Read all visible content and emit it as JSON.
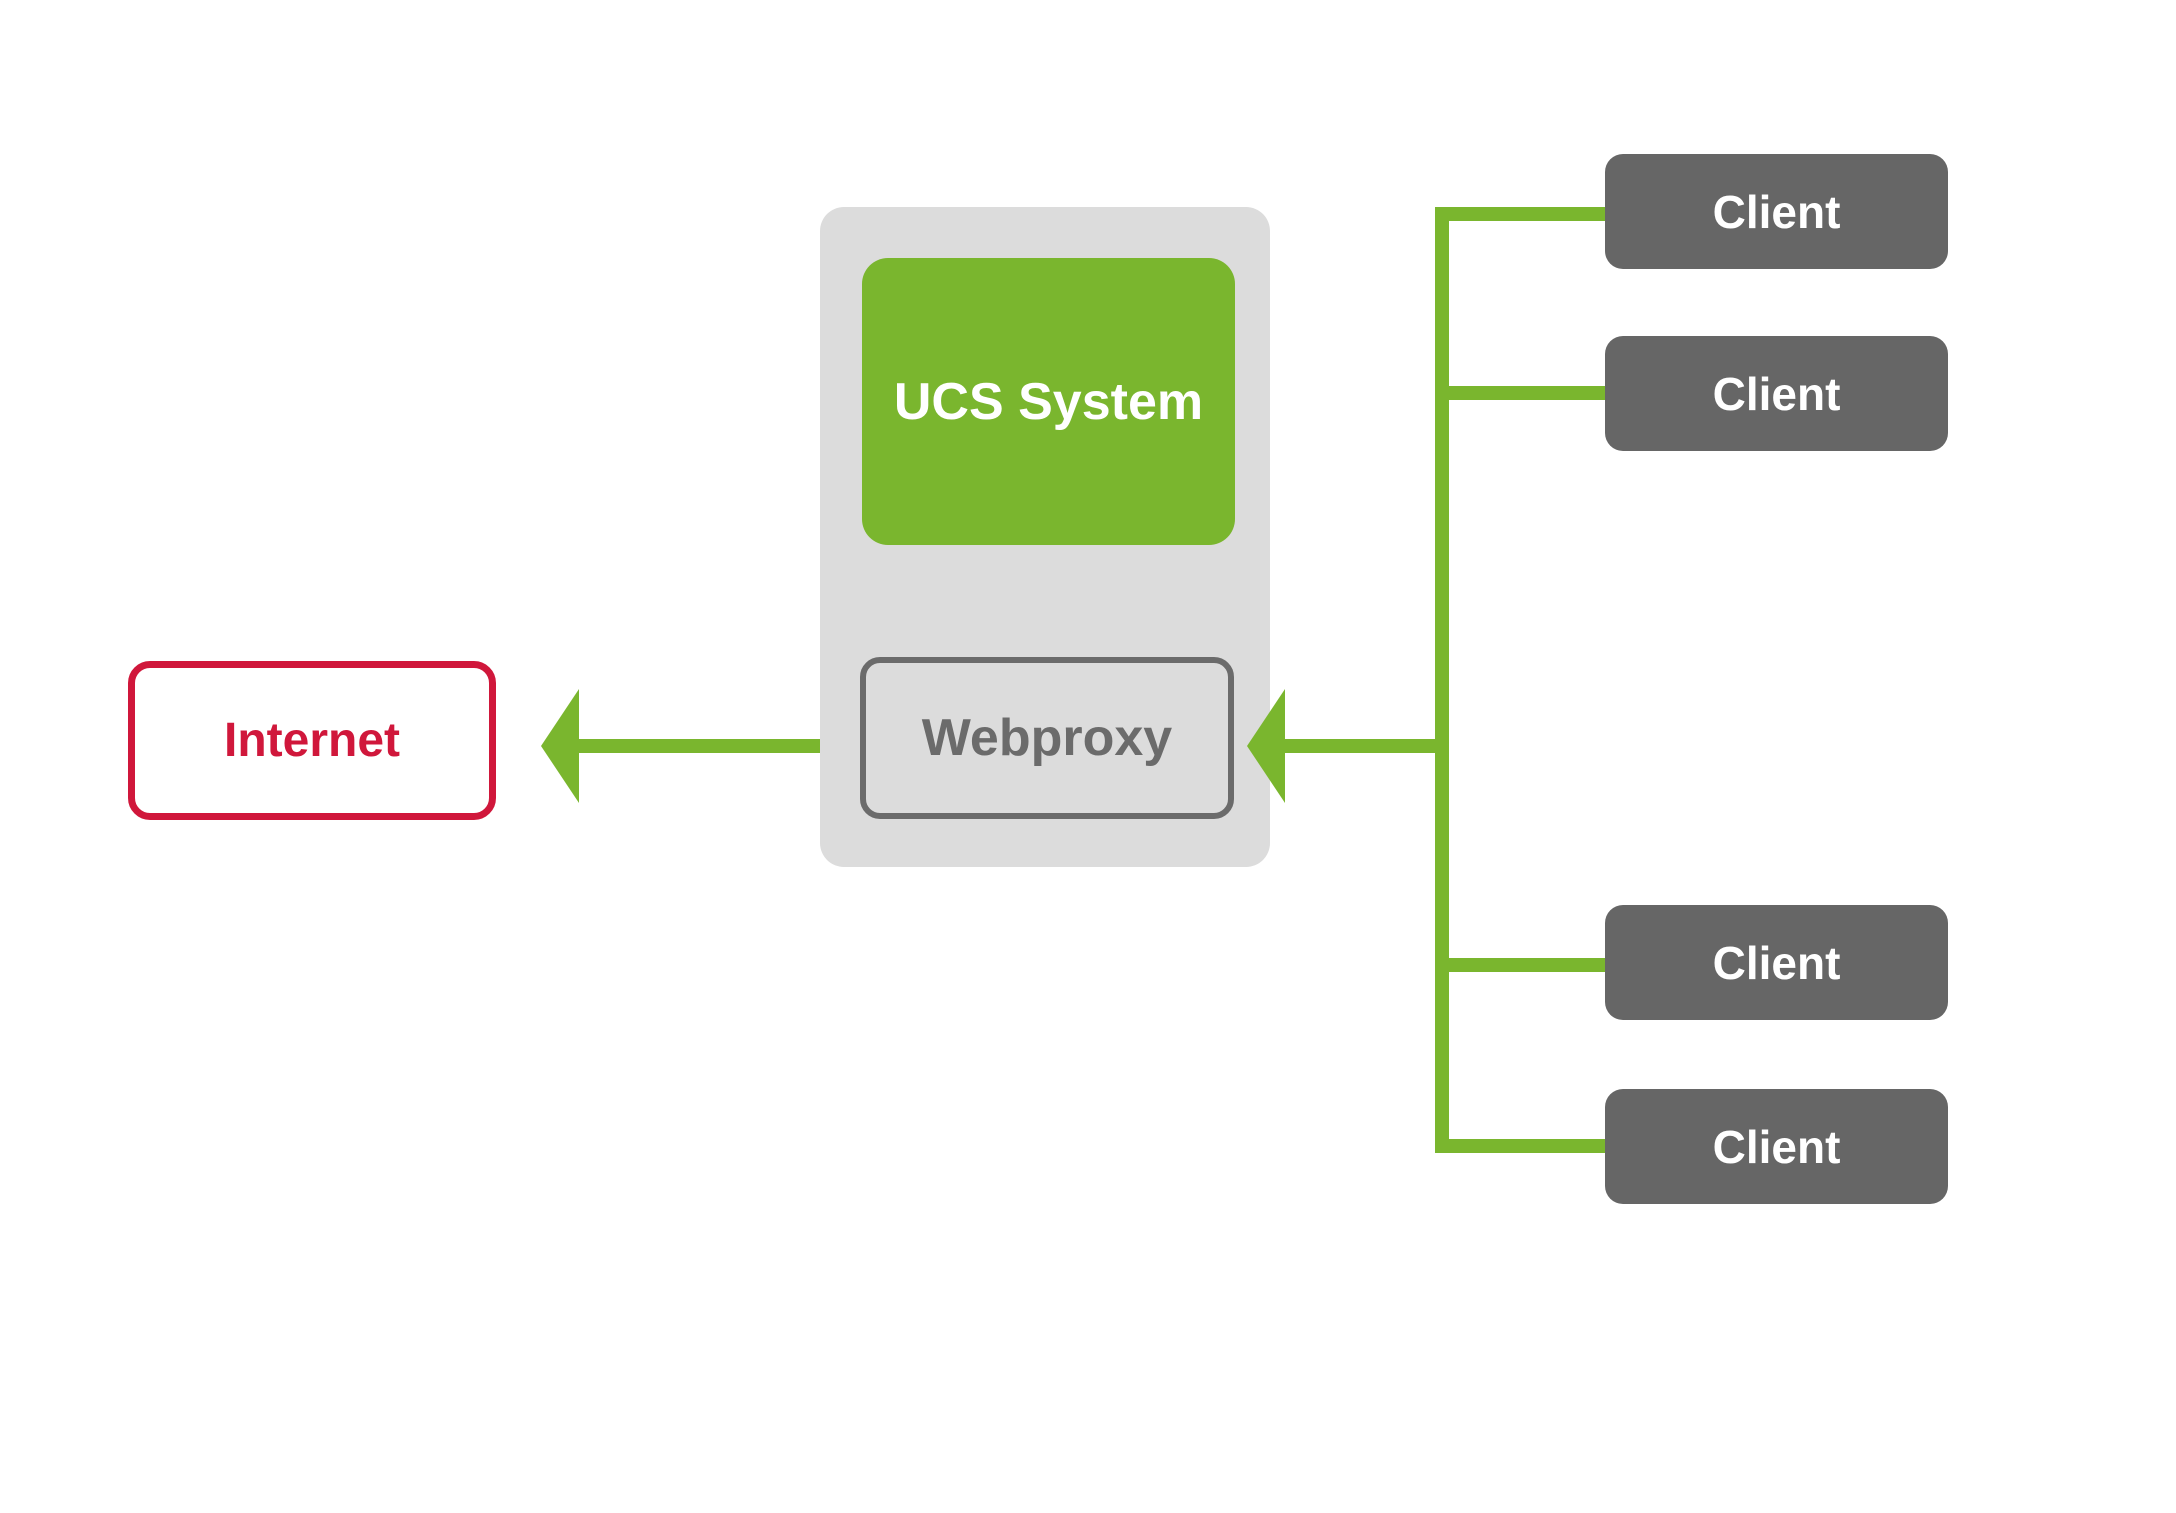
{
  "diagram": {
    "internet": {
      "label": "Internet"
    },
    "ucs": {
      "system_label": "UCS System",
      "webproxy_label": "Webproxy"
    },
    "clients": [
      {
        "label": "Client"
      },
      {
        "label": "Client"
      },
      {
        "label": "Client"
      },
      {
        "label": "Client"
      }
    ],
    "connections": {
      "webproxy_to_internet": "arrow-left",
      "clients_to_webproxy": "arrow-left"
    }
  },
  "colors": {
    "green": "#7AB62E",
    "red": "#D0173B",
    "dark_gray": "#666666",
    "border_gray": "#6B6B6B",
    "light_gray": "#DCDCDC",
    "white": "#FFFFFF"
  }
}
